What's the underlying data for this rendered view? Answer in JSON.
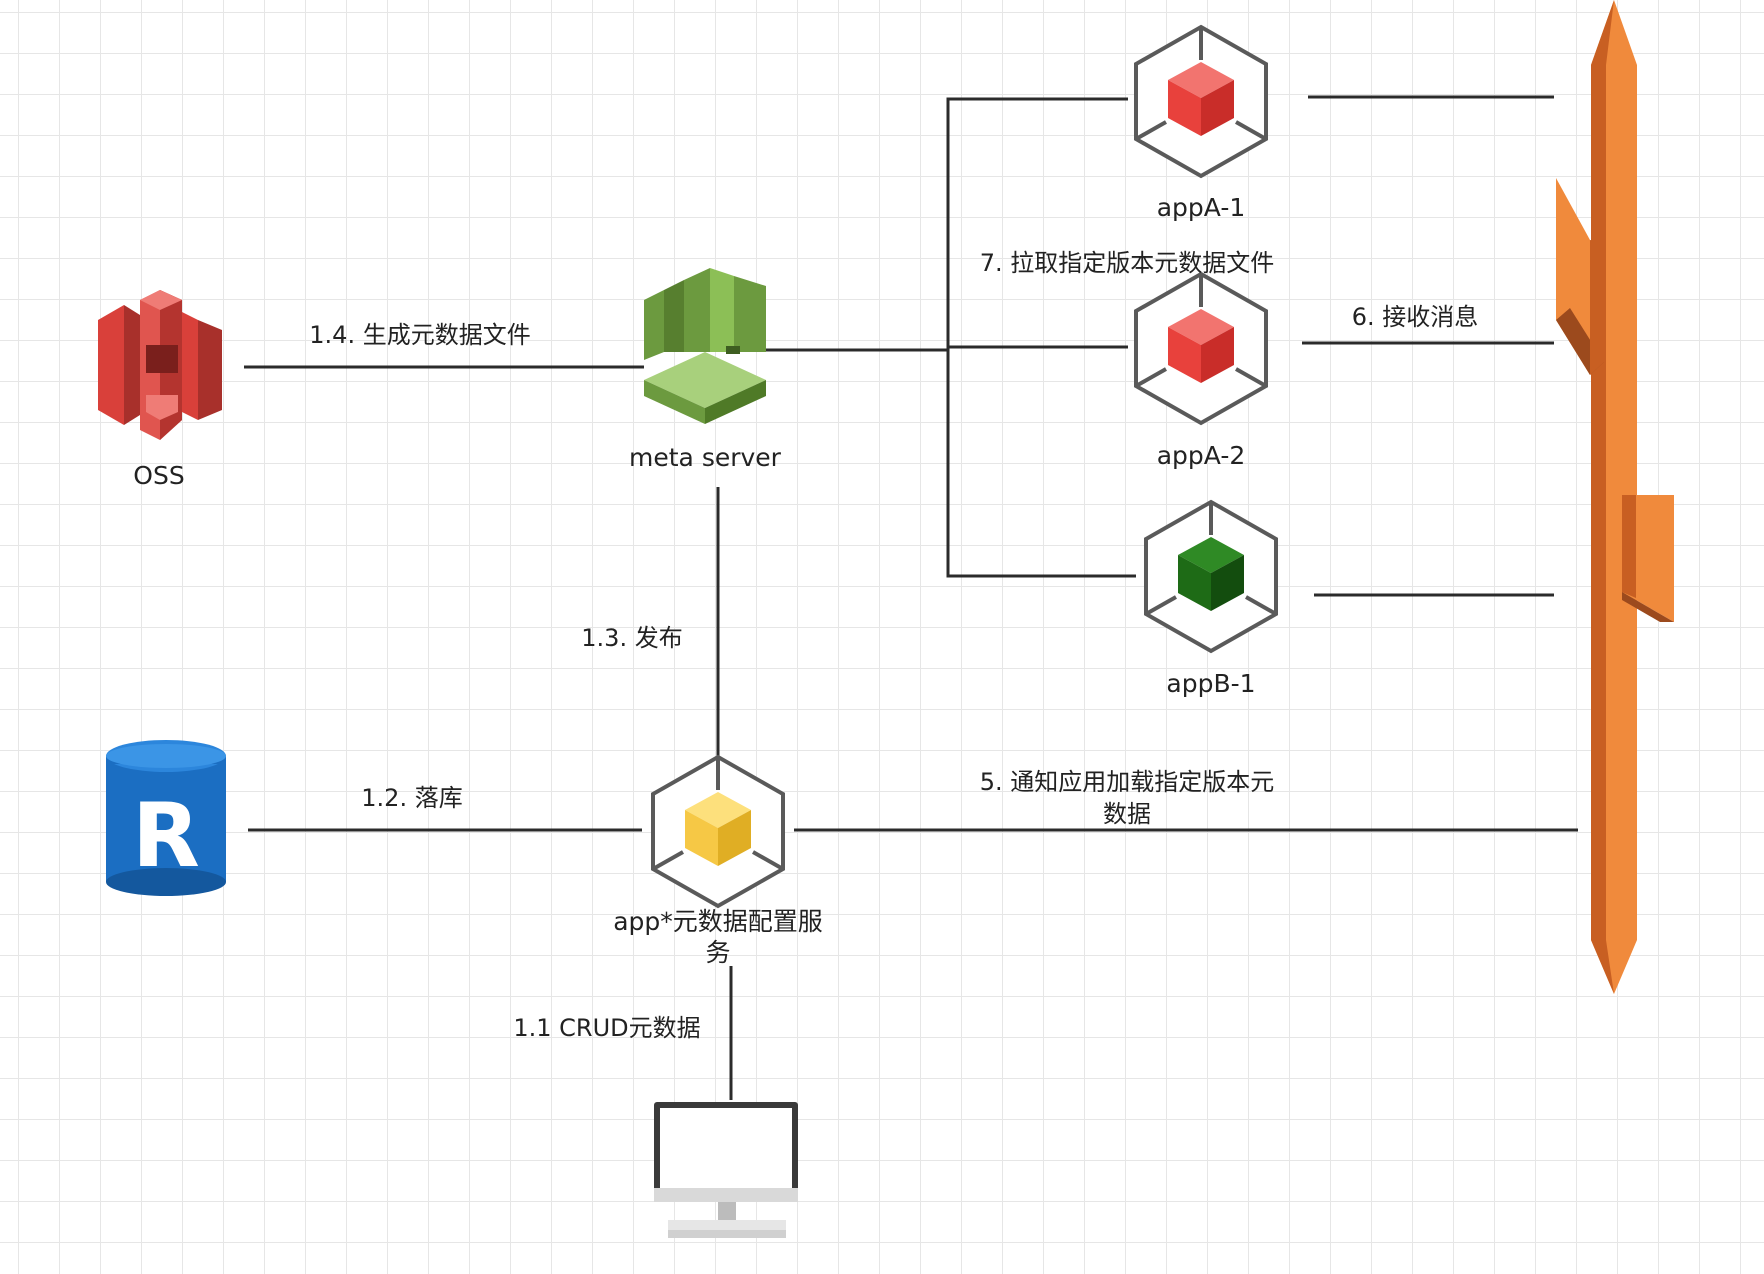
{
  "nodes": {
    "oss": {
      "label": "OSS"
    },
    "meta_server": {
      "label": "meta server"
    },
    "app_a1": {
      "label": "appA-1"
    },
    "app_a2": {
      "label": "appA-2"
    },
    "app_b1": {
      "label": "appB-1"
    },
    "config_service": {
      "label_line1": "app*元数据配置服",
      "label_line2": "务"
    },
    "database": {
      "letter": "R"
    }
  },
  "edges": {
    "e1_1": {
      "label": "1.1 CRUD元数据"
    },
    "e1_2": {
      "label": "1.2. 落库"
    },
    "e1_3": {
      "label": "1.3. 发布"
    },
    "e1_4": {
      "label": "1.4. 生成元数据文件"
    },
    "e5": {
      "label_line1": "5. 通知应用加载指定版本元",
      "label_line2": "数据"
    },
    "e6": {
      "label": "6. 接收消息"
    },
    "e7": {
      "label": "7. 拉取指定版本元数据文件"
    }
  },
  "colors": {
    "oss": "#d9403a",
    "meta_server": "#6c9a3f",
    "app_a": "#e8413c",
    "app_b": "#1e6b16",
    "config_service": "#f6c845",
    "database": "#1b6ec2",
    "message_bus": "#f08a3c",
    "connector": "#2b2b2b"
  },
  "icons": {
    "oss": "s3-bucket-icon",
    "meta_server": "meta-server-icon",
    "apps": "container-cube-icon",
    "database": "database-r-icon",
    "client": "desktop-monitor-icon",
    "bus": "message-bus-icon"
  }
}
